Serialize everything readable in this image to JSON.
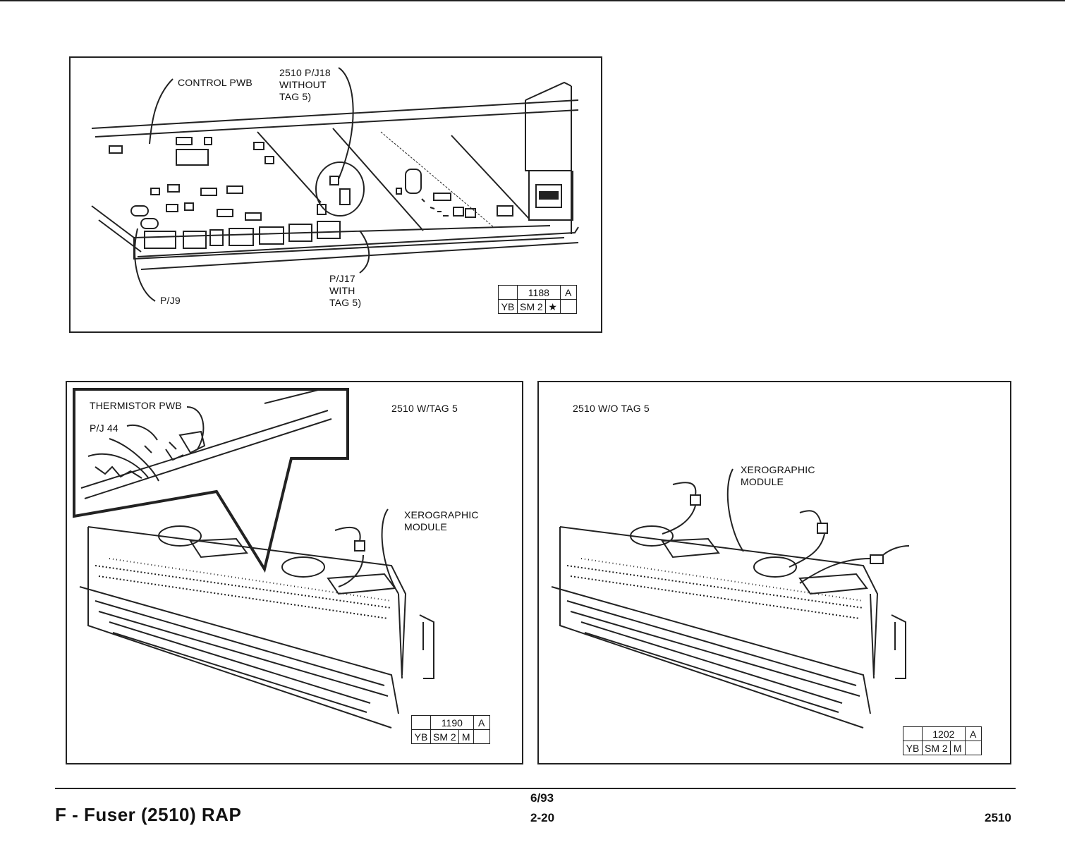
{
  "top_figure": {
    "labels": {
      "control_pwb": "CONTROL PWB",
      "pj18": "2510 P/J18\nWITHOUT\nTAG 5)",
      "pj17": "P/J17\nWITH\nTAG 5)",
      "pj9": "P/J9"
    },
    "ref": {
      "number": "1188",
      "rev": "A",
      "c1": "YB",
      "c2": "SM 2",
      "c3": "★"
    }
  },
  "left_figure": {
    "labels": {
      "title": "2510 W/TAG 5",
      "thermistor": "THERMISTOR PWB",
      "pj44": "P/J 44",
      "xero": "XEROGRAPHIC\nMODULE"
    },
    "ref": {
      "number": "1190",
      "rev": "A",
      "c1": "YB",
      "c2": "SM 2",
      "c3": "M"
    }
  },
  "right_figure": {
    "labels": {
      "title": "2510 W/O TAG 5",
      "xero": "XEROGRAPHIC\nMODULE"
    },
    "ref": {
      "number": "1202",
      "rev": "A",
      "c1": "YB",
      "c2": "SM 2",
      "c3": "M"
    }
  },
  "footer": {
    "title": "F - Fuser (2510) RAP",
    "date": "6/93",
    "page": "2-20",
    "code": "2510"
  }
}
